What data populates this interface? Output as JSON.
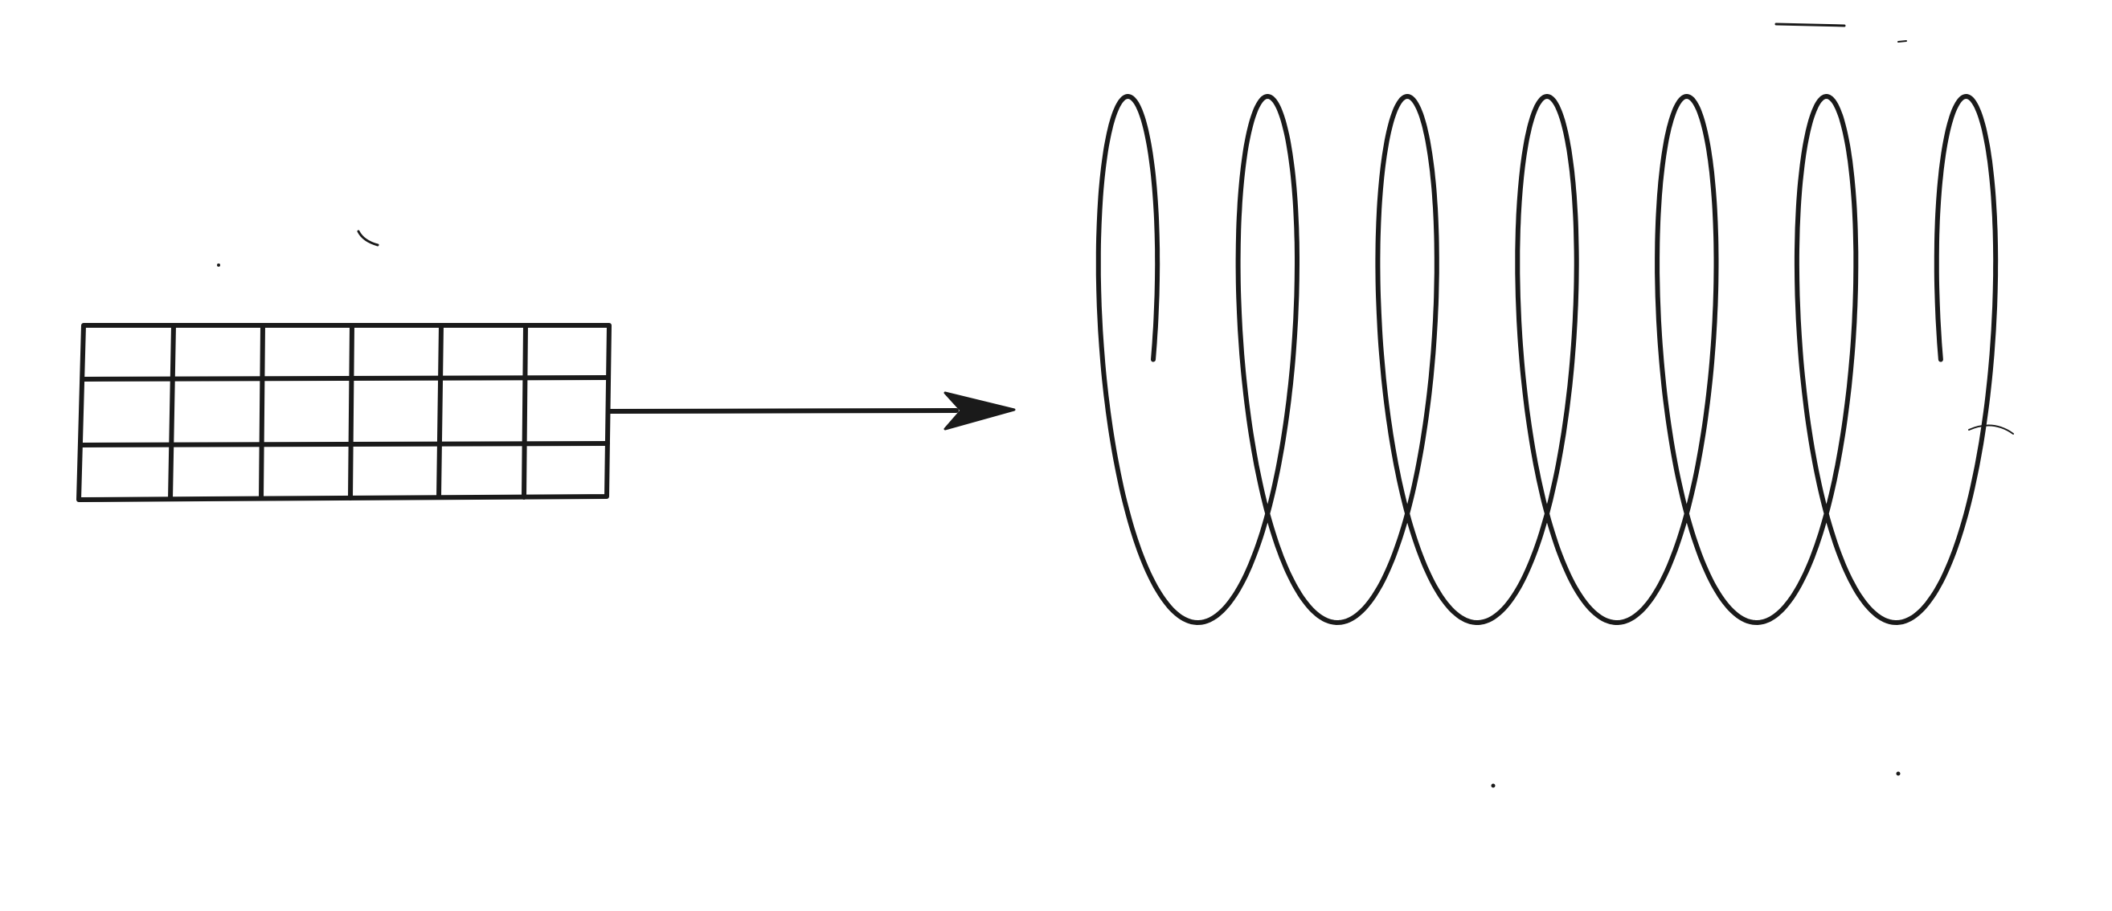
{
  "diagram": {
    "ink_color": "#1a1a1a",
    "background_color": "#ffffff",
    "grid_object": {
      "rows": 3,
      "columns": 6
    },
    "arrow": {
      "direction": "right"
    },
    "coil": {
      "turns": 6
    }
  }
}
